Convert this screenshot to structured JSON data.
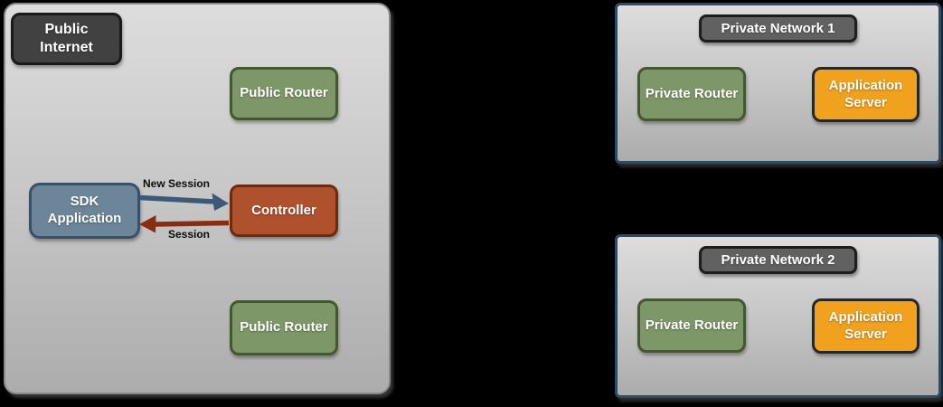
{
  "public_zone": {
    "label": "Public Internet",
    "public_router_top": "Public Router",
    "sdk_application": "SDK Application",
    "controller": "Controller",
    "public_router_bottom": "Public Router",
    "arrow_new_session": "New Session",
    "arrow_session": "Session"
  },
  "private_networks": [
    {
      "title": "Private Network 1",
      "private_router": "Private Router",
      "application_server": "Application Server"
    },
    {
      "title": "Private Network 2",
      "private_router": "Private Router",
      "application_server": "Application Server"
    }
  ],
  "colors": {
    "background": "#000000",
    "zone_fill_top": "#dddddd",
    "zone_fill_bottom": "#acacac",
    "zone_border": "#8a8a8a",
    "network_border": "#2e4b63",
    "dark_node_fill": "#414141",
    "network_label_fill": "#616161",
    "green_node_fill": "#7d9768",
    "green_node_border": "#44582f",
    "blue_node_fill": "#6d8599",
    "blue_node_border": "#3a5069",
    "rust_node_fill": "#b0512e",
    "rust_node_border": "#6f2a0e",
    "orange_node_fill": "#f0a21e",
    "orange_node_border": "#272727",
    "arrow_new_session": "#3c5a77",
    "arrow_session": "#8a2c10"
  }
}
